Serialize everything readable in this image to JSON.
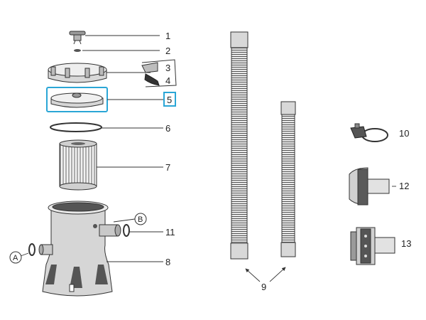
{
  "colors": {
    "highlight": "#2aa6d6",
    "part_gray": "#c9c9c9",
    "part_dark": "#4a4a4a",
    "line": "#333333"
  },
  "callouts": [
    {
      "id": "1",
      "label": "1",
      "part": "air-release-valve"
    },
    {
      "id": "2",
      "label": "2",
      "part": "o-ring-small"
    },
    {
      "id": "3",
      "label": "3",
      "part": "lock-clip"
    },
    {
      "id": "4",
      "label": "4",
      "part": "lock-nut"
    },
    {
      "id": "5",
      "label": "5",
      "part": "filter-housing-cover",
      "highlighted": true
    },
    {
      "id": "6",
      "label": "6",
      "part": "housing-o-ring"
    },
    {
      "id": "7",
      "label": "7",
      "part": "filter-cartridge"
    },
    {
      "id": "8",
      "label": "8",
      "part": "pump-housing"
    },
    {
      "id": "9",
      "label": "9",
      "part": "hoses"
    },
    {
      "id": "10",
      "label": "10",
      "part": "hose-clamp"
    },
    {
      "id": "11",
      "label": "11",
      "part": "strainer-o-ring"
    },
    {
      "id": "12",
      "label": "12",
      "part": "plunger-valve-a"
    },
    {
      "id": "13",
      "label": "13",
      "part": "plunger-valve-b"
    }
  ],
  "ports": [
    {
      "id": "A",
      "label": "A"
    },
    {
      "id": "B",
      "label": "B"
    }
  ]
}
